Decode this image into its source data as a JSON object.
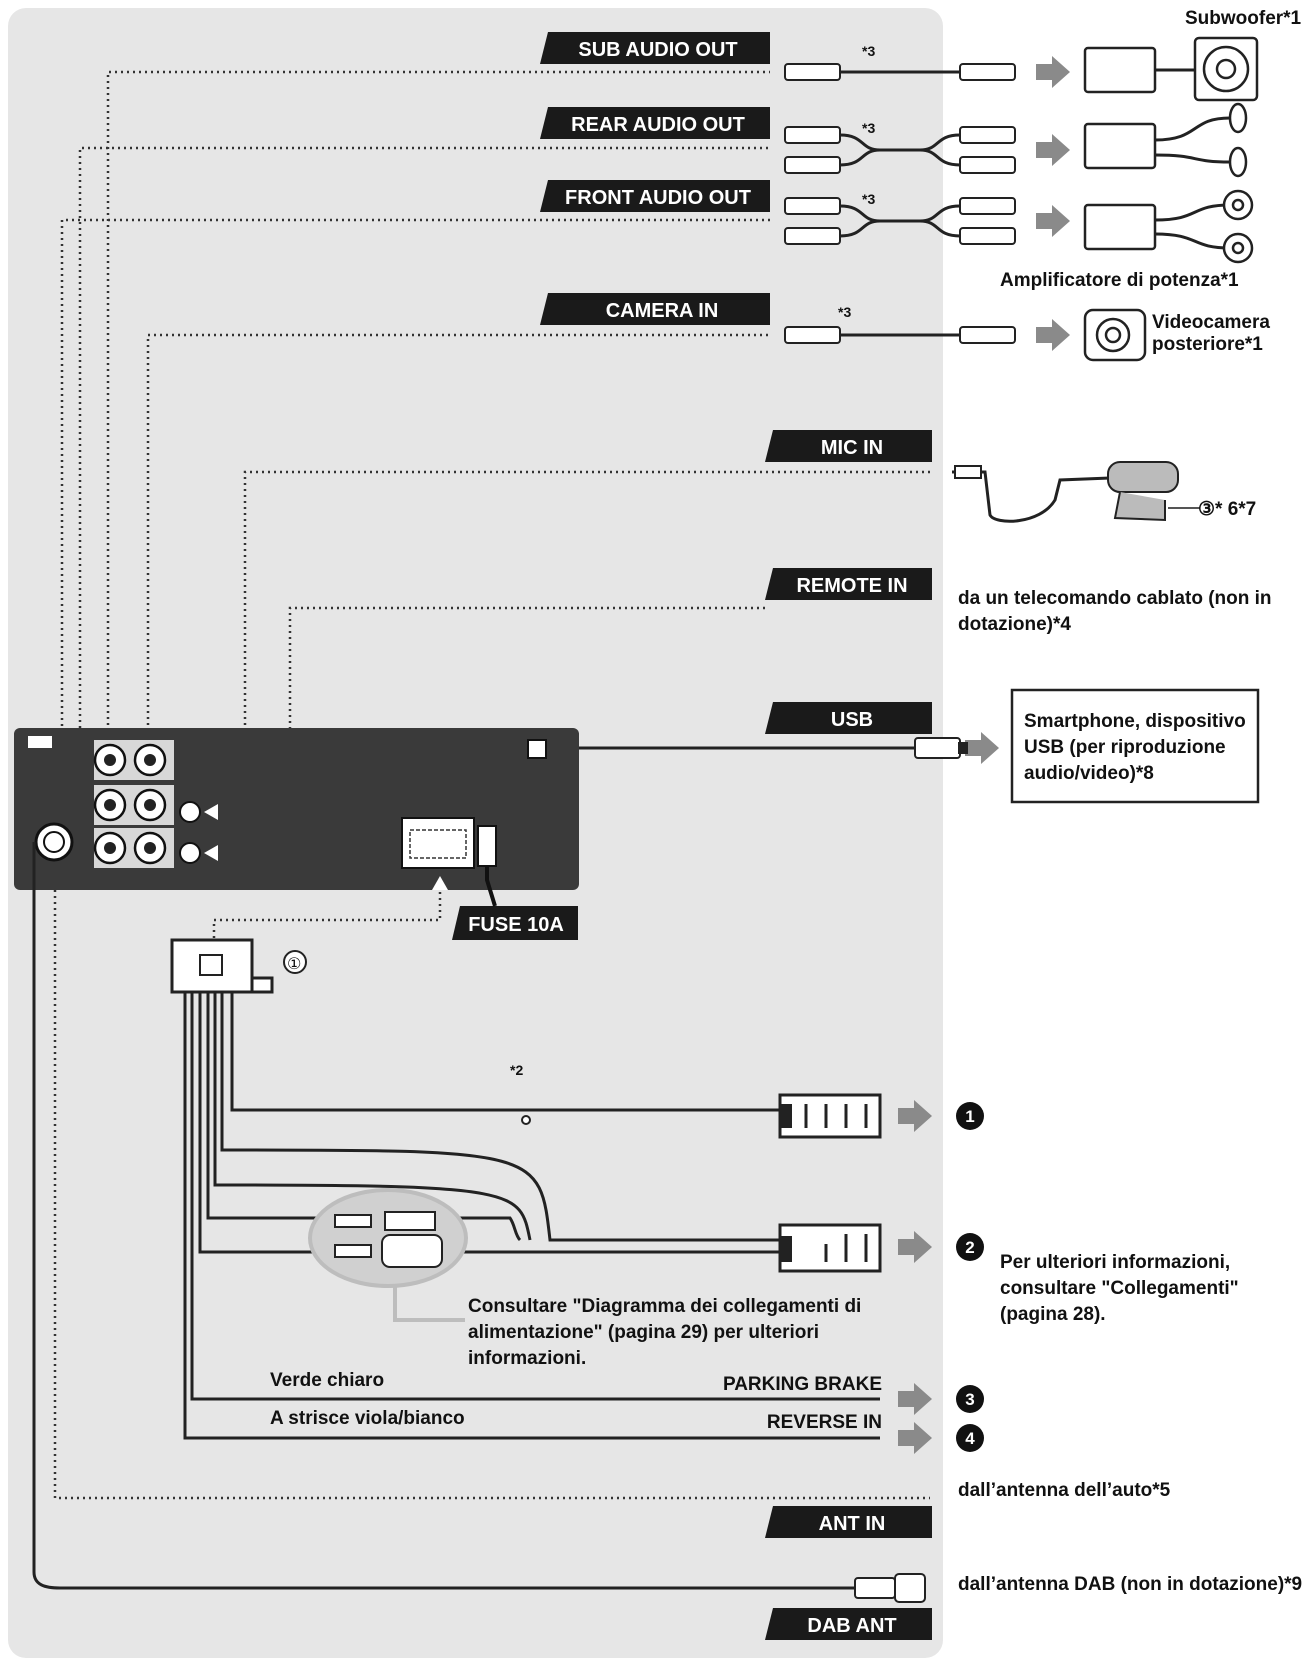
{
  "tabs": {
    "sub_audio_out": "SUB AUDIO OUT",
    "rear_audio_out": "REAR AUDIO OUT",
    "front_audio_out": "FRONT AUDIO OUT",
    "camera_in": "CAMERA IN",
    "mic_in": "MIC IN",
    "remote_in": "REMOTE IN",
    "usb": "USB",
    "fuse": "FUSE 10A",
    "ant_in": "ANT IN",
    "dab_ant": "DAB ANT"
  },
  "notes": {
    "subwoofer": "Subwoofer*1",
    "star3_sub": "*3",
    "star3_rear": "*3",
    "star3_front": "*3",
    "star3_camera": "*3",
    "amplifier": "Amplificatore di potenza*1",
    "camera_line1": "Videocamera",
    "camera_line2": "posteriore*1",
    "mic_ref": "③* 6*7",
    "remote_line1": "da un telecomando cablato (non in",
    "remote_line2": "dotazione)*4",
    "usb_line1": "Smartphone, dispositivo",
    "usb_line2": "USB (per riproduzione",
    "usb_line3": "audio/video)*8",
    "harness_ref": "①",
    "star2": "*2",
    "power_line1": "Consultare \"Diagramma dei collegamenti di",
    "power_line2": "alimentazione\" (pagina 29) per ulteriori",
    "power_line3": "informazioni.",
    "more_line1": "Per ulteriori informazioni,",
    "more_line2": "consultare \"Collegamenti\"",
    "more_line3": "(pagina 28).",
    "green_wire": "Verde chiaro",
    "violet_wire": "A strisce viola/bianco",
    "parking_brake": "PARKING BRAKE",
    "reverse_in": "REVERSE IN",
    "car_antenna": "dall’antenna dell’auto*5",
    "dab_antenna": "dall’antenna DAB (non in dotazione)*9"
  },
  "markers": [
    "1",
    "2",
    "3",
    "4"
  ],
  "colors": {
    "panel": "#e6e6e6",
    "tab": "#1a1a1a",
    "unit": "#3a3a3a",
    "arrow": "#8a8a8a"
  }
}
